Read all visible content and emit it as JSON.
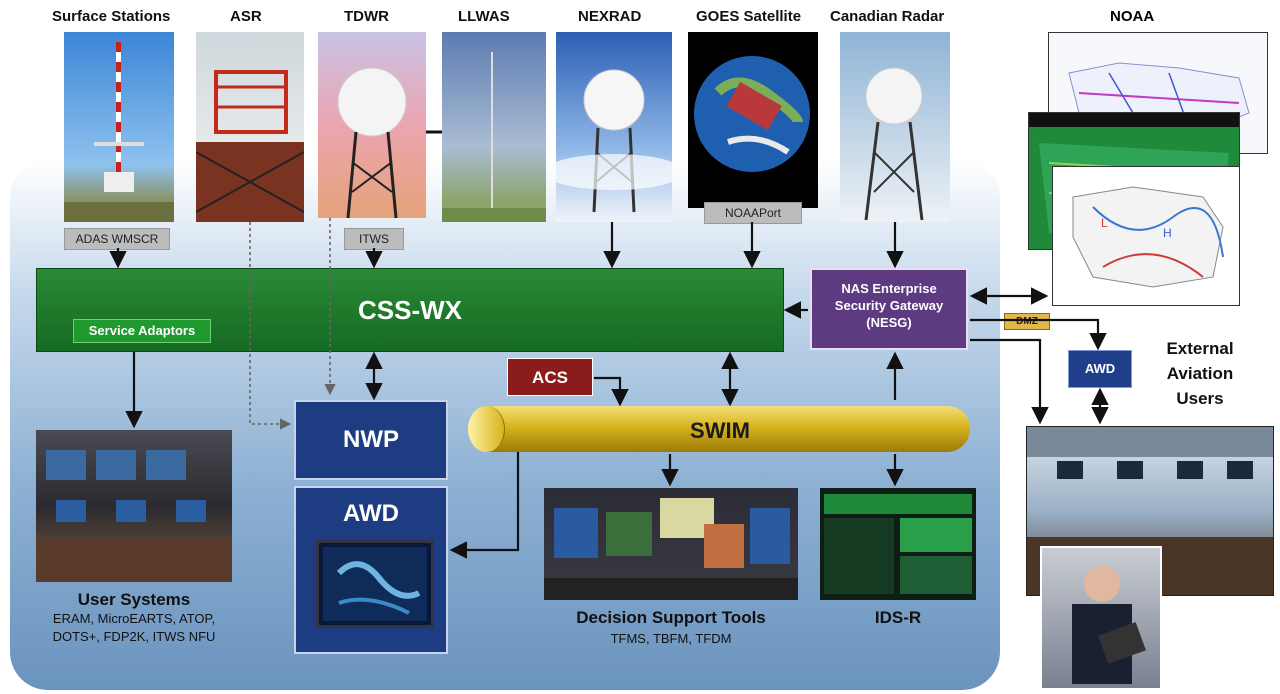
{
  "sources": {
    "surface_stations": "Surface Stations",
    "asr": "ASR",
    "tdwr": "TDWR",
    "llwas": "LLWAS",
    "nexrad": "NEXRAD",
    "goes": "GOES Satellite",
    "canadian_radar": "Canadian Radar",
    "noaa": "NOAA"
  },
  "tags": {
    "adas": "ADAS WMSCR",
    "itws": "ITWS",
    "noaaport": "NOAAPort",
    "dmz": "DMZ"
  },
  "blocks": {
    "csswx": "CSS-WX",
    "service_adaptors": "Service Adaptors",
    "nesg_lines": [
      "NAS Enterprise",
      "Security Gateway",
      "(NESG)"
    ],
    "acs": "ACS",
    "swim": "SWIM",
    "nwp": "NWP",
    "awd": "AWD",
    "awd_external": "AWD"
  },
  "captions": {
    "user_systems": "User Systems",
    "user_systems_list": [
      "ERAM, MicroEARTS, ATOP,",
      "DOTS+, FDP2K, ITWS NFU"
    ],
    "dst": "Decision Support Tools",
    "dst_list": "TFMS, TBFM, TFDM",
    "idsr": "IDS-R",
    "external_lines": [
      "External",
      "Aviation",
      "Users"
    ]
  },
  "colors": {
    "csswx_green": "#1a7a2a",
    "nesg_purple": "#5e3a80",
    "navy": "#1d3c82",
    "acs_red": "#8a1c1c",
    "swim_gold": "#d7b41e"
  }
}
